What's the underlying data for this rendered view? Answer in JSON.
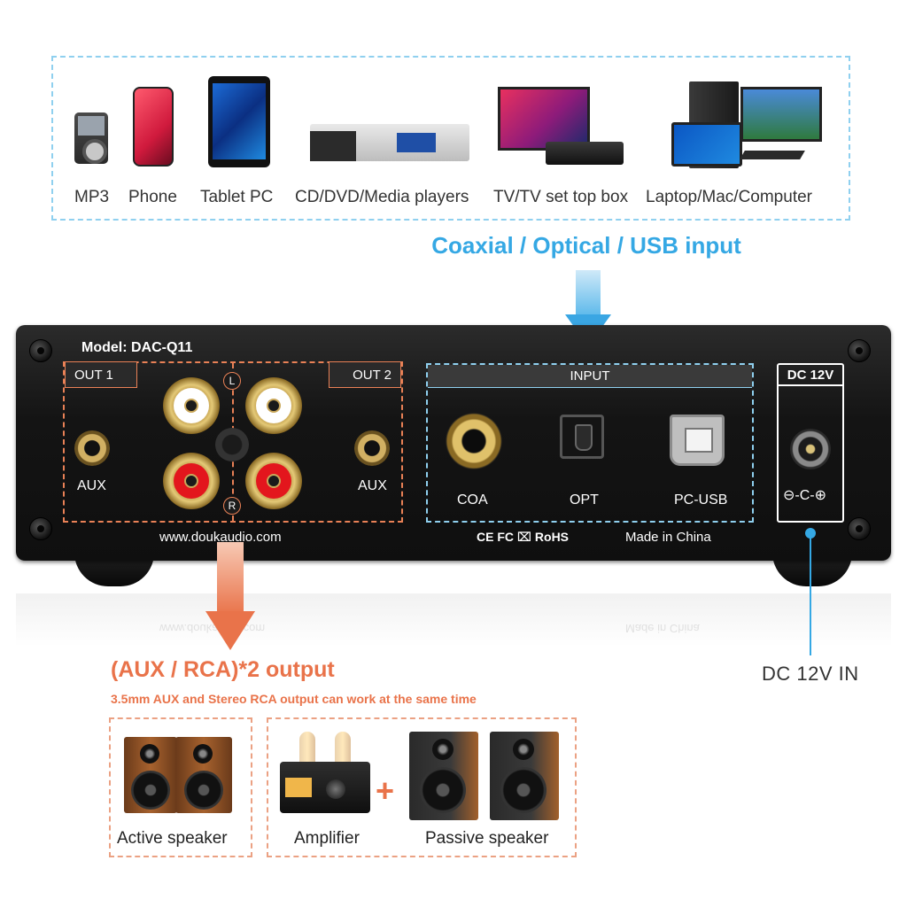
{
  "sources": {
    "labels": [
      "MP3",
      "Phone",
      "Tablet PC",
      "CD/DVD/Media players",
      "TV/TV set top box",
      "Laptop/Mac/Computer"
    ],
    "input_title": "Coaxial / Optical / USB input"
  },
  "panel": {
    "model": "Model: DAC-Q11",
    "out1": "OUT 1",
    "out2": "OUT 2",
    "aux_left": "AUX",
    "aux_right": "AUX",
    "channel_l": "L",
    "channel_r": "R",
    "input_header": "INPUT",
    "coa": "COA",
    "opt": "OPT",
    "pcusb": "PC-USB",
    "dc_header": "DC 12V",
    "polarity": "⊖-C-⊕",
    "website": "www.doukaudio.com",
    "certs": "CE FC ⌧ RoHS",
    "made_in": "Made in China"
  },
  "output": {
    "title": "(AUX / RCA)*2 output",
    "subtitle": "3.5mm AUX and Stereo RCA output can work at the same time",
    "active": "Active speaker",
    "amplifier": "Amplifier",
    "passive": "Passive speaker",
    "plus": "+"
  },
  "power": {
    "label": "DC 12V IN"
  },
  "colors": {
    "blue_accent": "#35a8e4",
    "orange_accent": "#e9734a",
    "panel": "#141414"
  }
}
